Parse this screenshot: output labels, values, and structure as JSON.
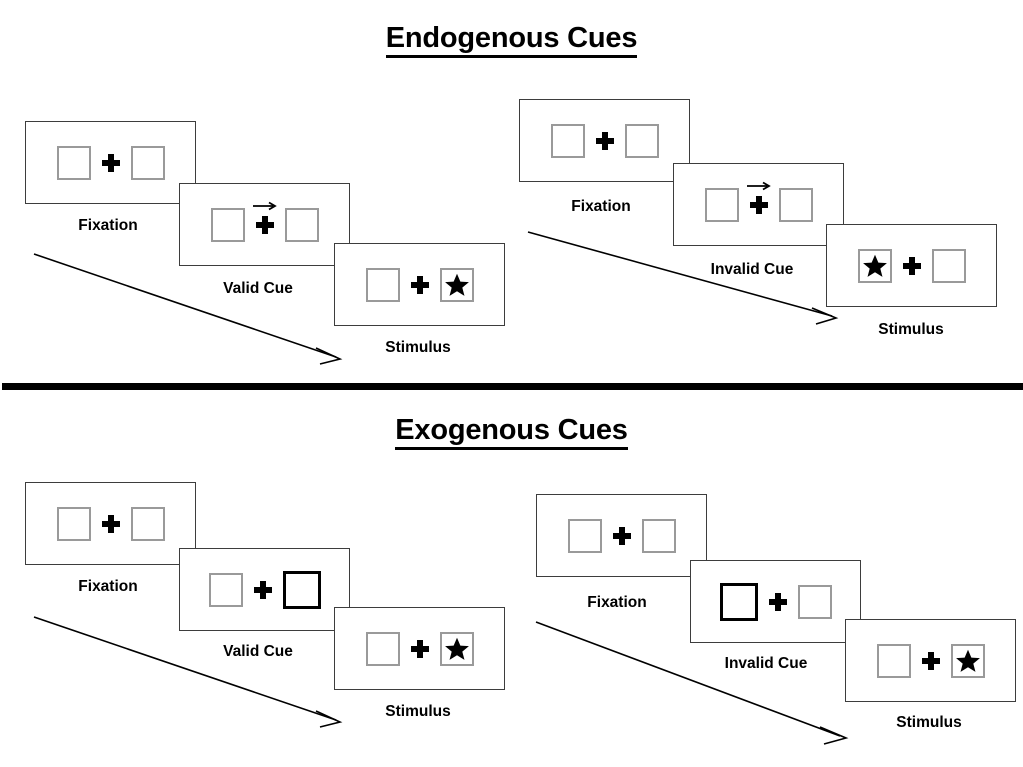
{
  "sections": [
    {
      "id": "endogenous",
      "title": "Endogenous Cues",
      "groups": [
        {
          "id": "endogenous-valid",
          "panels": [
            {
              "label": "Fixation",
              "left_content": "empty-square",
              "right_content": "empty-square",
              "cue_arrow": "none",
              "cued_side": "none"
            },
            {
              "label": "Valid Cue",
              "left_content": "empty-square",
              "right_content": "empty-square",
              "cue_arrow": "right",
              "cued_side": "none"
            },
            {
              "label": "Stimulus",
              "left_content": "empty-square",
              "right_content": "star",
              "cue_arrow": "none",
              "cued_side": "none"
            }
          ]
        },
        {
          "id": "endogenous-invalid",
          "panels": [
            {
              "label": "Fixation",
              "left_content": "empty-square",
              "right_content": "empty-square",
              "cue_arrow": "none",
              "cued_side": "none"
            },
            {
              "label": "Invalid Cue",
              "left_content": "empty-square",
              "right_content": "empty-square",
              "cue_arrow": "right",
              "cued_side": "none"
            },
            {
              "label": "Stimulus",
              "left_content": "star",
              "right_content": "empty-square",
              "cue_arrow": "none",
              "cued_side": "none"
            }
          ]
        }
      ]
    },
    {
      "id": "exogenous",
      "title": "Exogenous Cues",
      "groups": [
        {
          "id": "exogenous-valid",
          "panels": [
            {
              "label": "Fixation",
              "left_content": "empty-square",
              "right_content": "empty-square",
              "cue_arrow": "none",
              "cued_side": "none"
            },
            {
              "label": "Valid Cue",
              "left_content": "empty-square",
              "right_content": "empty-square",
              "cue_arrow": "none",
              "cued_side": "right"
            },
            {
              "label": "Stimulus",
              "left_content": "empty-square",
              "right_content": "star",
              "cue_arrow": "none",
              "cued_side": "none"
            }
          ]
        },
        {
          "id": "exogenous-invalid",
          "panels": [
            {
              "label": "Fixation",
              "left_content": "empty-square",
              "right_content": "empty-square",
              "cue_arrow": "none",
              "cued_side": "none"
            },
            {
              "label": "Invalid Cue",
              "left_content": "empty-square",
              "right_content": "empty-square",
              "cue_arrow": "none",
              "cued_side": "left"
            },
            {
              "label": "Stimulus",
              "left_content": "empty-square",
              "right_content": "star",
              "cue_arrow": "none",
              "cued_side": "none"
            }
          ]
        }
      ]
    }
  ],
  "labels": {
    "endo_valid": {
      "fixation": "Fixation",
      "cue": "Valid Cue",
      "stimulus": "Stimulus"
    },
    "endo_invalid": {
      "fixation": "Fixation",
      "cue": "Invalid Cue",
      "stimulus": "Stimulus"
    },
    "exo_valid": {
      "fixation": "Fixation",
      "cue": "Valid Cue",
      "stimulus": "Stimulus"
    },
    "exo_invalid": {
      "fixation": "Fixation",
      "cue": "Invalid Cue",
      "stimulus": "Stimulus"
    }
  },
  "titles": {
    "endogenous": "Endogenous Cues",
    "exogenous": "Exogenous Cues"
  },
  "colors": {
    "background": "#ffffff",
    "ink": "#000000",
    "panel_border": "#3d3d3d",
    "placeholder_border": "#9a9a9a",
    "cued_border": "#000000",
    "divider": "#000000"
  }
}
